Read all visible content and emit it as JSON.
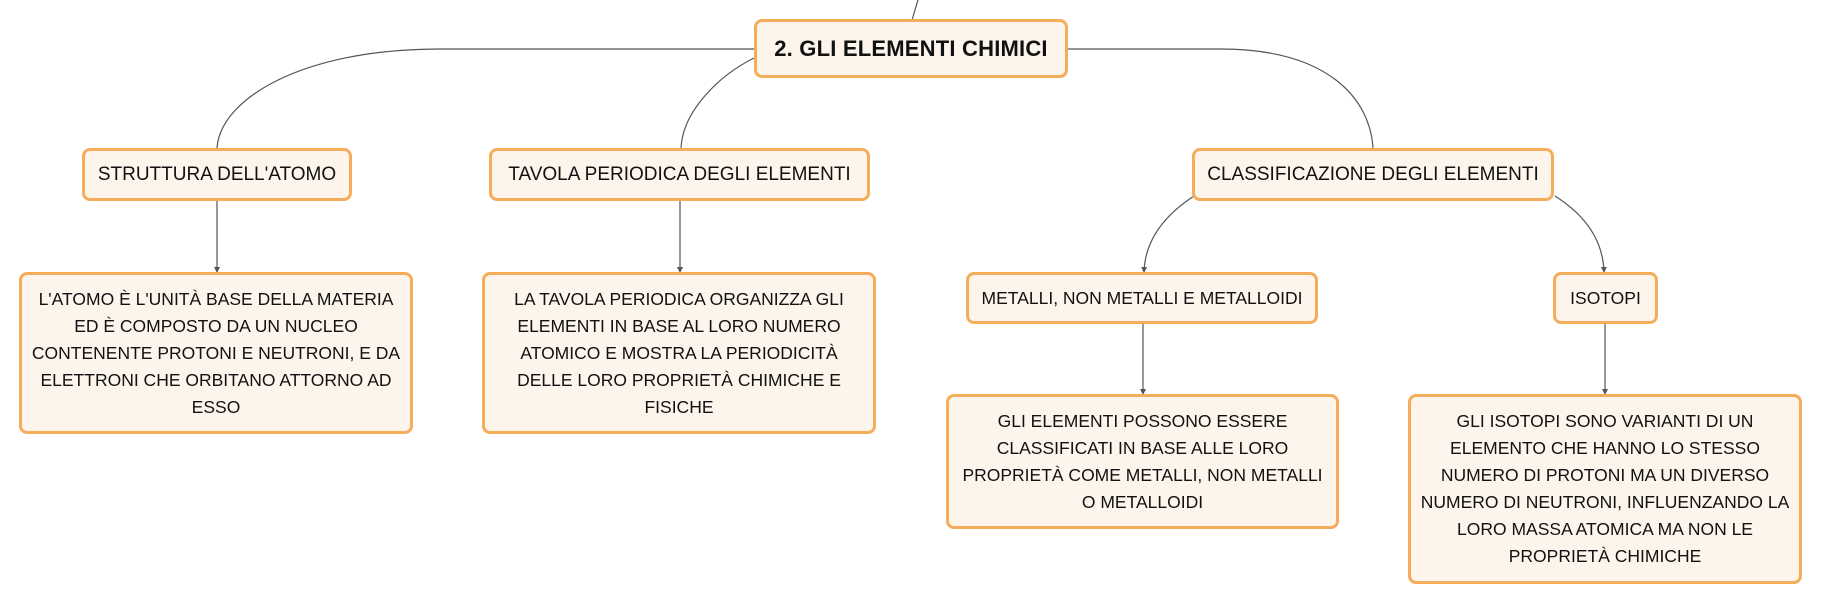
{
  "colors": {
    "node_fill": "#fdf4ec",
    "node_border": "#f5ad5c",
    "connector": "#555555",
    "text": "#111111"
  },
  "root": {
    "label": "2. GLI ELEMENTI CHIMICI"
  },
  "branches": [
    {
      "label": "STRUTTURA DELL'ATOMO",
      "detail": "L'ATOMO È L'UNITÀ BASE DELLA MATERIA ED È COMPOSTO DA UN NUCLEO CONTENENTE PROTONI E NEUTRONI, E DA ELETTRONI CHE ORBITANO ATTORNO AD ESSO"
    },
    {
      "label": "TAVOLA PERIODICA DEGLI ELEMENTI",
      "detail": "LA TAVOLA PERIODICA ORGANIZZA GLI ELEMENTI IN BASE AL LORO NUMERO ATOMICO E MOSTRA LA PERIODICITÀ DELLE LORO PROPRIETÀ CHIMICHE E FISICHE"
    },
    {
      "label": "CLASSIFICAZIONE DEGLI ELEMENTI",
      "children": [
        {
          "label": "METALLI, NON METALLI E METALLOIDI",
          "detail": "GLI ELEMENTI POSSONO ESSERE CLASSIFICATI IN BASE ALLE LORO PROPRIETÀ COME METALLI, NON METALLI O METALLOIDI"
        },
        {
          "label": "ISOTOPI",
          "detail": "GLI ISOTOPI SONO VARIANTI DI UN ELEMENTO CHE HANNO LO STESSO NUMERO DI PROTONI MA UN DIVERSO NUMERO DI NEUTRONI, INFLUENZANDO LA LORO MASSA ATOMICA MA NON LE PROPRIETÀ CHIMICHE"
        }
      ]
    }
  ]
}
